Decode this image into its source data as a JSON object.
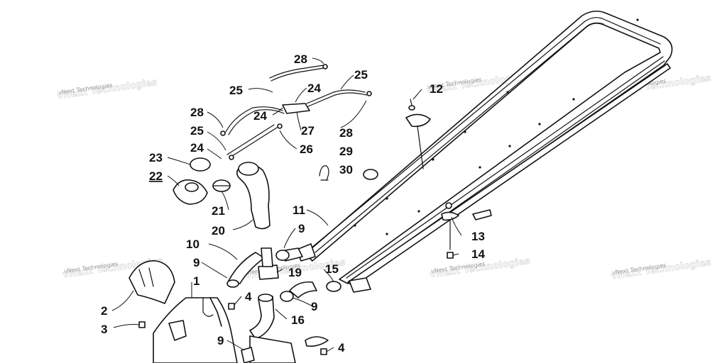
{
  "watermark": {
    "text": "vNext Technologies"
  },
  "callouts": {
    "c1": "1",
    "c2": "2",
    "c3": "3",
    "c4a": "4",
    "c4b": "4",
    "c9a": "9",
    "c9b": "9",
    "c9c": "9",
    "c9d": "9",
    "c10": "10",
    "c11": "11",
    "c12": "12",
    "c13": "13",
    "c14": "14",
    "c15": "15",
    "c16": "16",
    "c19": "19",
    "c20": "20",
    "c21": "21",
    "c22": "22",
    "c23": "23",
    "c24a": "24",
    "c24b": "24",
    "c24c": "24",
    "c25a": "25",
    "c25b": "25",
    "c25c": "25",
    "c26": "26",
    "c27": "27",
    "c28a": "28",
    "c28b": "28",
    "c28c": "28",
    "c29": "29",
    "c30": "30"
  }
}
